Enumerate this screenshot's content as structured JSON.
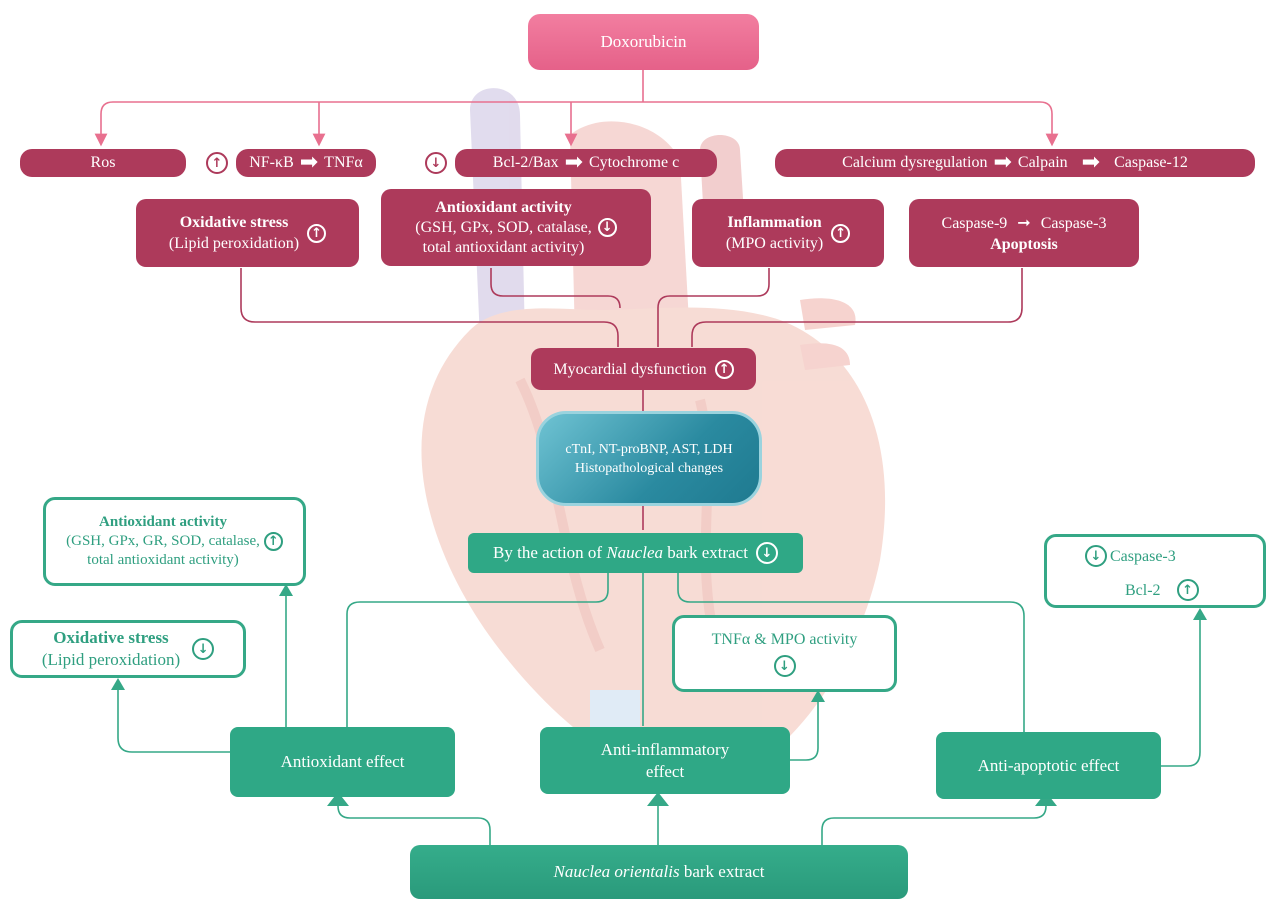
{
  "top": {
    "drug": "Doxorubicin"
  },
  "row1": {
    "ros": "Ros",
    "nfkb": "NF-κB",
    "tnfa": "TNFα",
    "bcl2bax": "Bcl-2/Bax",
    "cytc": "Cytochrome c",
    "calcium": "Calcium dysregulation",
    "calpain": "Calpain",
    "casp12": "Caspase-12"
  },
  "row2": {
    "ox_title": "Oxidative stress",
    "ox_sub": "(Lipid peroxidation)",
    "aa_title": "Antioxidant activity",
    "aa_line1": "(GSH, GPx, SOD, catalase,",
    "aa_line2": "total antioxidant activity)",
    "infl_title": "Inflammation",
    "infl_sub": "(MPO activity)",
    "casp9": "Caspase-9",
    "casp3": "Caspase-3",
    "apoptosis": "Apoptosis"
  },
  "center": {
    "myocardial": "Myocardial dysfunction",
    "markers1": "cTnI, NT-proBNP, AST, LDH",
    "markers2": "Histopathological changes",
    "action_prefix": "By the action of ",
    "action_italic": "Nauclea",
    "action_suffix": " bark extract"
  },
  "green": {
    "aa_title": "Antioxidant activity",
    "aa_line1": "(GSH, GPx, GR, SOD, catalase,",
    "aa_line2": "total antioxidant activity)",
    "ox_title": "Oxidative stress",
    "ox_sub": "(Lipid peroxidation)",
    "tnf_mpo": "TNFα & MPO activity",
    "casp3": "Caspase-3",
    "bcl2": "Bcl-2",
    "antiox_effect": "Antioxidant effect",
    "antiinfl_line1": "Anti-inflammatory",
    "antiinfl_line2": "effect",
    "antiapop_effect": "Anti-apoptotic effect",
    "extract_italic": "Nauclea orientalis",
    "extract_suffix": " bark extract"
  },
  "colors": {
    "red": "#ad3a5b",
    "pink": "#e8708f",
    "green": "#2fa886",
    "teal": "#3a96a8"
  },
  "icons": {
    "up": "arrow-up-circle-icon",
    "down": "arrow-down-circle-icon",
    "right": "arrow-right-icon"
  }
}
